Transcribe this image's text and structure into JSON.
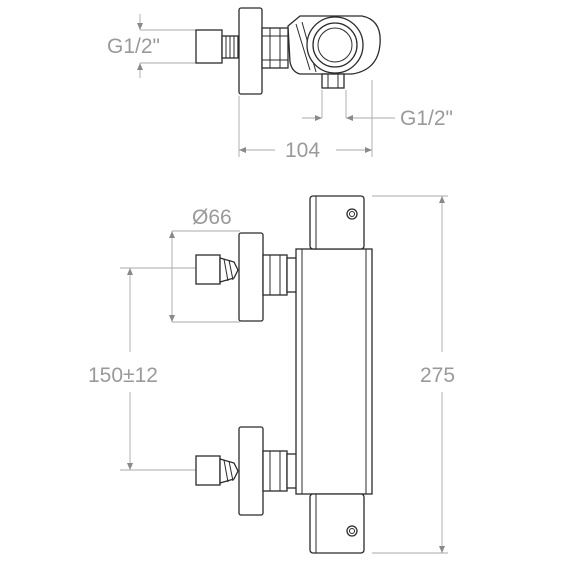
{
  "dimensions": {
    "thread_top_left": "G1/2\"",
    "thread_top_right": "G1/2\"",
    "depth": "104",
    "flange_diameter": "Ø66",
    "inlet_spacing": "150±12",
    "overall_height": "275"
  },
  "colors": {
    "line": "#2b2b2b",
    "dimension_line": "#a8a8a8",
    "dimension_text": "#9a9a9a"
  }
}
